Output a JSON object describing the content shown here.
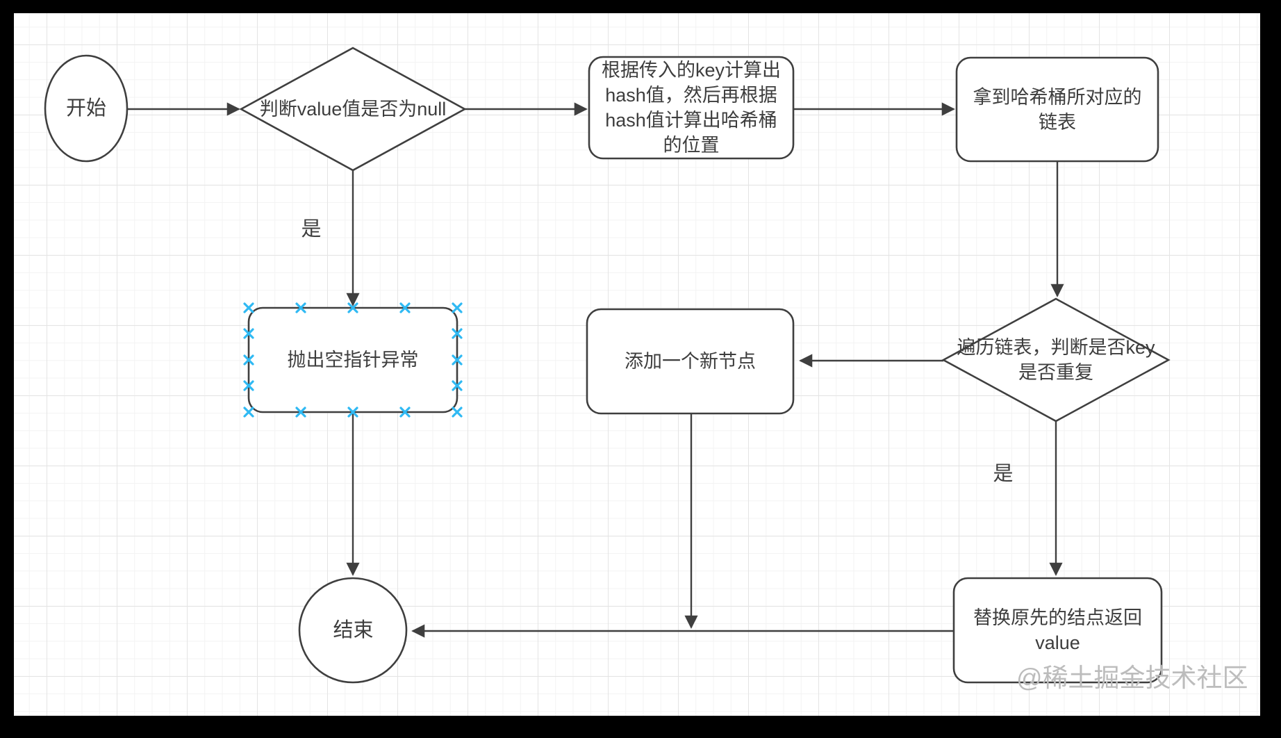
{
  "nodes": {
    "start": {
      "lines": [
        "开始"
      ]
    },
    "check_null": {
      "lines": [
        "判断value值是否为null"
      ]
    },
    "calc_hash": {
      "lines": [
        "根据传入的key计算出",
        "hash值，然后再根据",
        "hash值计算出哈希桶",
        "的位置"
      ]
    },
    "get_bucket": {
      "lines": [
        "拿到哈希桶所对应的",
        "链表"
      ]
    },
    "traverse": {
      "lines": [
        "遍历链表，判断是否key",
        "是否重复"
      ]
    },
    "throw_npe": {
      "lines": [
        "抛出空指针异常"
      ]
    },
    "add_node": {
      "lines": [
        "添加一个新节点"
      ]
    },
    "replace_node": {
      "lines": [
        "替换原先的结点返回",
        "value"
      ]
    },
    "end": {
      "lines": [
        "结束"
      ]
    }
  },
  "edge_labels": {
    "yes_to_npe": "是",
    "yes_to_replace": "是"
  },
  "watermark": "@稀土掘金技术社区",
  "colors": {
    "stroke": "#3f3f3f",
    "selection_handle": "#2fb9f3",
    "watermark": "#bcbcbc",
    "grid_minor": "#f3f3f3",
    "grid_major": "#e4e4e4"
  }
}
